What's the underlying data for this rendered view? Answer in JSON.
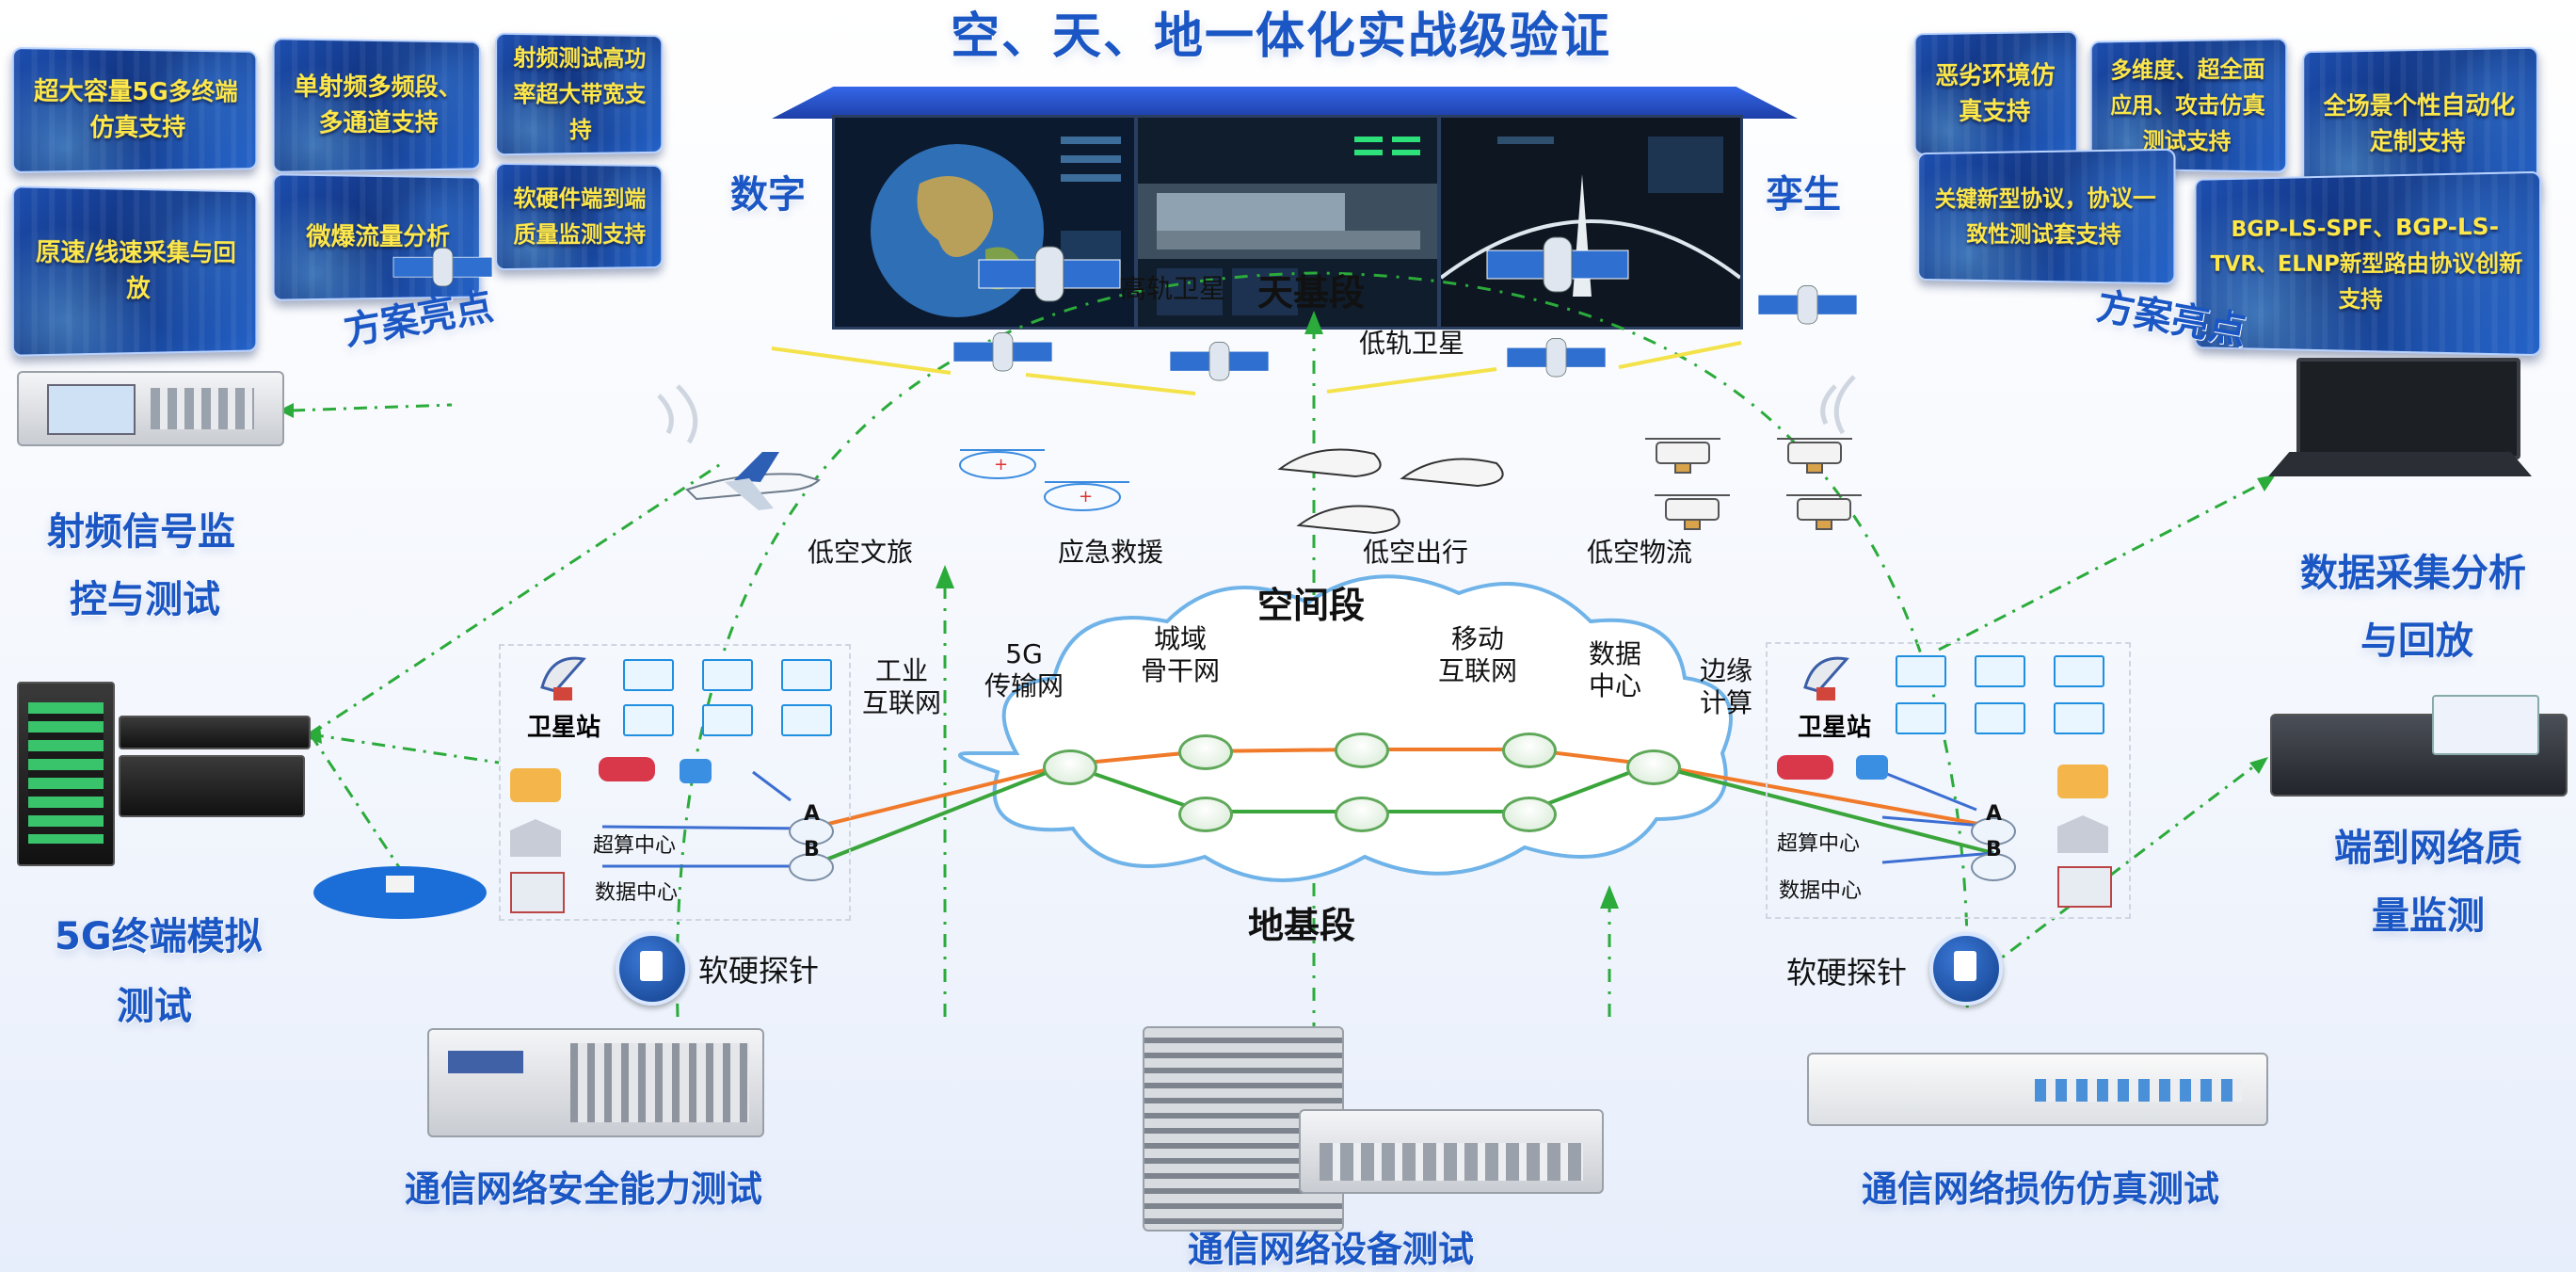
{
  "title": "空、天、地一体化实战级验证",
  "twin_left": "数字",
  "twin_right": "孪生",
  "segments": {
    "sky": "天基段",
    "space": "空间段",
    "ground": "地基段"
  },
  "satellites": {
    "high": "高轨卫星",
    "low": "低轨卫星"
  },
  "air_apps": [
    "低空文旅",
    "应急救援",
    "低空出行",
    "低空物流"
  ],
  "networks": {
    "industrial": "工业\n互联网",
    "fiveg": "5G\n传输网",
    "metro": "城域\n骨干网",
    "mobile": "移动\n互联网",
    "datacenter": "数据\n中心",
    "edge": "边缘\n计算"
  },
  "left_site": {
    "sat_station": "卫星站",
    "supercomp": "超算中心",
    "datacenter": "数据中心",
    "node_a": "A",
    "node_b": "B",
    "probe": "软硬探针"
  },
  "right_site": {
    "sat_station": "卫星站",
    "supercomp": "超算中心",
    "datacenter": "数据中心",
    "node_a": "A",
    "node_b": "B",
    "probe": "软硬探针"
  },
  "left_highlights": {
    "tiles": [
      "超大容量5G多终端仿真支持",
      "单射频多频段、多通道支持",
      "射频测试高功率超大带宽支持",
      "原速/线速采集与回放",
      "微爆流量分析",
      "软硬件端到端质量监测支持"
    ],
    "label": "方案亮点"
  },
  "right_highlights": {
    "tiles": [
      "恶劣环境仿真支持",
      "多维度、超全面应用、攻击仿真测试支持",
      "全场景个性自动化定制支持",
      "关键新型协议，协议一致性测试套支持",
      "BGP-LS-SPF、BGP-LS-TVR、ELNP新型路由协议创新支持"
    ],
    "label": "方案亮点"
  },
  "capabilities": {
    "rf_monitor": [
      "射频信号监",
      "控与测试"
    ],
    "terminal_sim": [
      "5G终端模拟",
      "测试"
    ],
    "security": "通信网络安全能力测试",
    "device_test": "通信网络设备测试",
    "impairment": "通信网络损伤仿真测试",
    "data_capture": [
      "数据采集分析",
      "与回放"
    ],
    "e2e_quality": [
      "端到网络质",
      "量监测"
    ]
  },
  "colors": {
    "accent_blue": "#1a56c4",
    "tile_text": "#ffe84a",
    "green_link": "#3aa53a",
    "orange_link": "#f07a2a",
    "dash_green": "#2bab3a"
  },
  "icons": [
    "satellite-icon",
    "airplane-icon",
    "helicopter-icon",
    "flying-car-icon",
    "drone-icon",
    "router-icon",
    "dish-icon",
    "probe-icon",
    "server-icon",
    "laptop-icon"
  ]
}
